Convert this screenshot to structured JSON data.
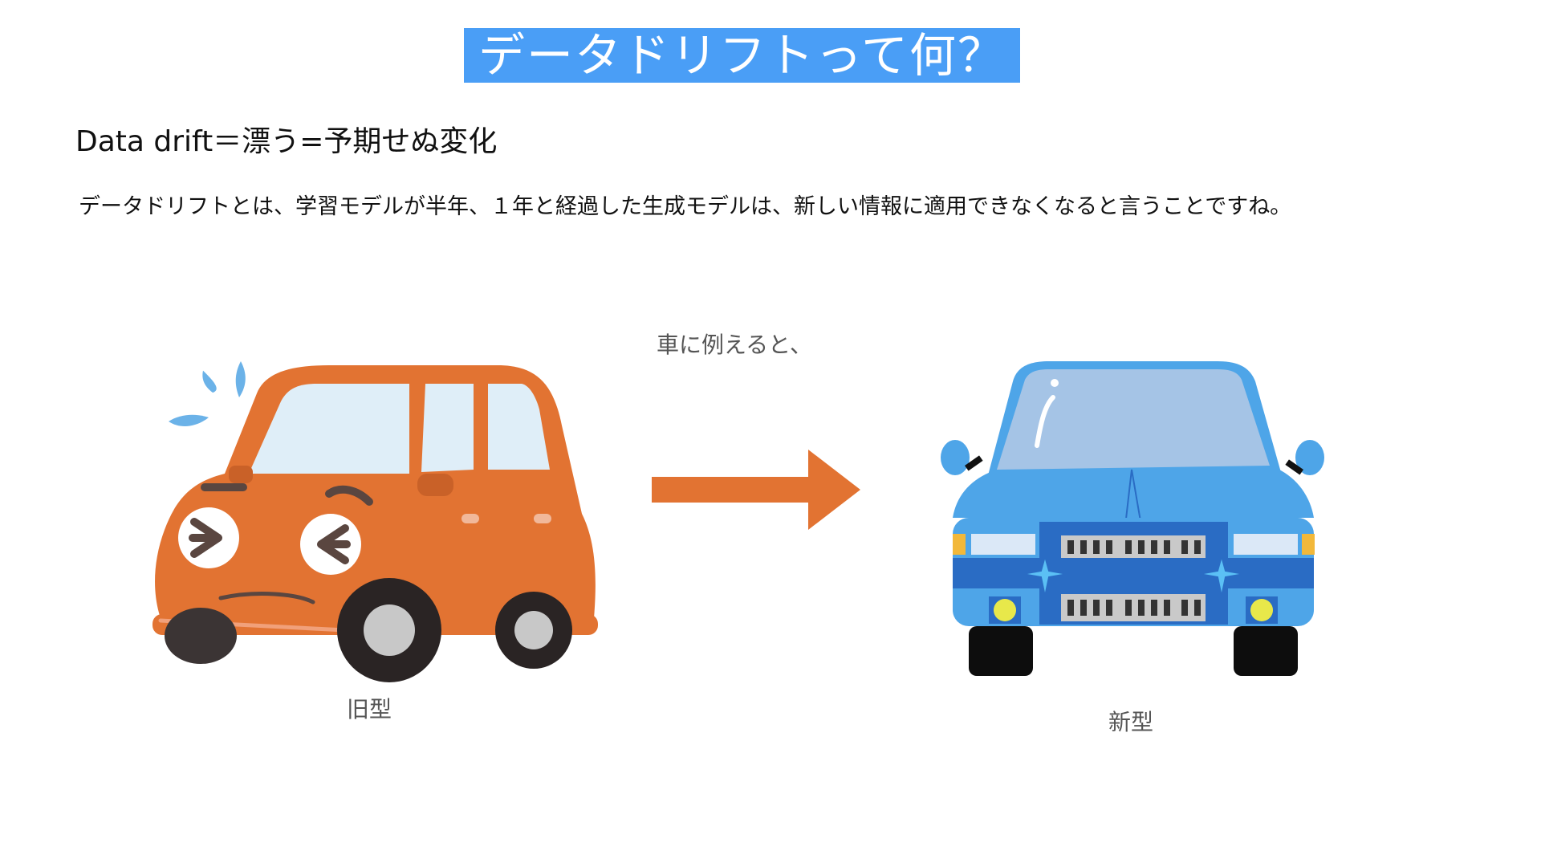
{
  "slide": {
    "title": "データドリフトって何？",
    "subtitle": "Data drift＝漂う=予期せぬ変化",
    "description": "データドリフトとは、学習モデルが半年、１年と経過した生成モデルは、新しい情報に適用できなくなると言うことですね。",
    "metaphor": "車に例えると、",
    "old_label": "旧型",
    "new_label": "新型"
  },
  "colors": {
    "title_bg": "#4a9ef6",
    "old_car": "#e27332",
    "arrow": "#e27332",
    "new_car": "#4ea5e8",
    "new_car_dark": "#2a6cc4"
  }
}
